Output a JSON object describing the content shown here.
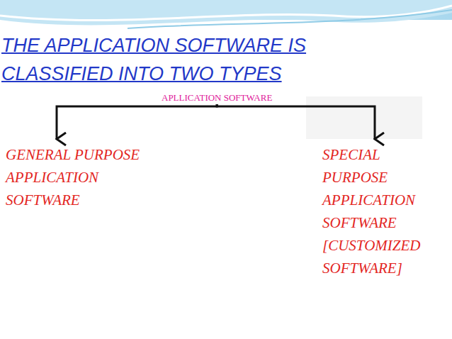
{
  "diagram": {
    "title": "THE APPLICATION SOFTWARE IS CLASSIFIED INTO TWO TYPES",
    "nodes": [
      {
        "text": [
          "APLLICATION SOFTWARE"
        ]
      },
      {
        "text": [
          "GENERAL PURPOSE APPLICATION SOFTWARE"
        ]
      },
      {
        "text": [
          "SPECIAL PURPOSE APPLICATION SOFTWARE [CUSTOMIZED SOFTWARE]"
        ]
      }
    ],
    "edges": [
      {
        "from": 0,
        "to": 1,
        "arrow": "to"
      },
      {
        "from": 0,
        "to": 2,
        "arrow": "to"
      }
    ]
  }
}
